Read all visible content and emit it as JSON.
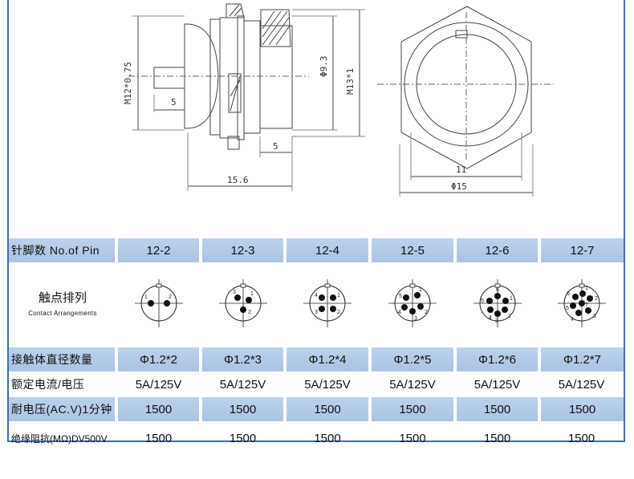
{
  "drawing": {
    "side_view": {
      "dim_m12": "M12*0.75",
      "dim_pin": "5",
      "dim_thread": "5",
      "dim_length": "15.6",
      "dim_phi93": "Φ9.3",
      "dim_m13": "M13*1"
    },
    "front_view": {
      "dim_11": "11",
      "dim_phi15": "Φ15"
    }
  },
  "table": {
    "pin_count_label": "针脚数 No.of Pin",
    "models": [
      "12-2",
      "12-3",
      "12-4",
      "12-5",
      "12-6",
      "12-7"
    ],
    "contact_label_cn": "触点排列",
    "contact_label_en": "Contact Arrangements",
    "contact_diameter_label": "接触体直径数量",
    "contact_diameters": [
      "Φ1.2*2",
      "Φ1.2*3",
      "Φ1.2*4",
      "Φ1.2*5",
      "Φ1.2*6",
      "Φ1.2*7"
    ],
    "rated_label": "额定电流/电压",
    "rated_values": [
      "5A/125V",
      "5A/125V",
      "5A/125V",
      "5A/125V",
      "5A/125V",
      "5A/125V"
    ],
    "withstand_label": "耐电压(AC.V)1分钟",
    "withstand_values": [
      "1500",
      "1500",
      "1500",
      "1500",
      "1500",
      "1500"
    ],
    "insulation_label": "绝缘阻抗(MΩ)DV500V",
    "insulation_values": [
      "1500",
      "1500",
      "1500",
      "1500",
      "1500",
      "1500"
    ]
  },
  "pin_diagrams": [
    [
      "1",
      "2"
    ],
    [
      "3",
      "1",
      "2"
    ],
    [
      "4",
      "1",
      "3",
      "2"
    ],
    [
      "5",
      "1",
      "4",
      "3",
      "2"
    ],
    [
      "5",
      "6",
      "1",
      "4",
      "3",
      "2"
    ],
    [
      "6",
      "1",
      "2",
      "7",
      "5",
      "4",
      "3"
    ]
  ]
}
